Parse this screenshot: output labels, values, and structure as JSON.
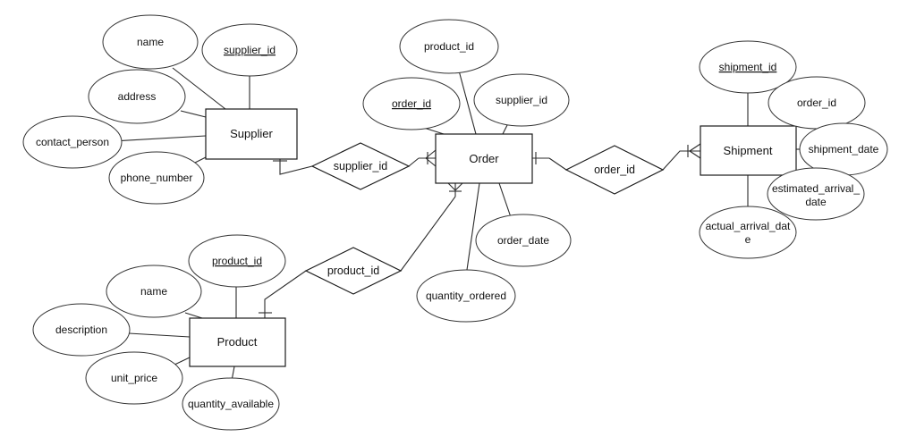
{
  "entities": {
    "supplier": "Supplier",
    "order": "Order",
    "shipment": "Shipment",
    "product": "Product"
  },
  "relationships": {
    "supplier_order": "supplier_id",
    "order_shipment": "order_id",
    "order_product": "product_id"
  },
  "supplier_attrs": {
    "name": "name",
    "supplier_id": "supplier_id",
    "address": "address",
    "contact_person": "contact_person",
    "phone_number": "phone_number"
  },
  "order_attrs": {
    "product_id": "product_id",
    "order_id": "order_id",
    "supplier_id": "supplier_id",
    "order_date": "order_date",
    "quantity_ordered": "quantity_ordered"
  },
  "shipment_attrs": {
    "shipment_id": "shipment_id",
    "order_id": "order_id",
    "shipment_date": "shipment_date",
    "estimated_arrival_1": "estimated_arrival_",
    "estimated_arrival_2": "date",
    "actual_arrival_1": "actual_arrival_dat",
    "actual_arrival_2": "e"
  },
  "product_attrs": {
    "product_id": "product_id",
    "name": "name",
    "description": "description",
    "unit_price": "unit_price",
    "quantity_available": "quantity_available"
  }
}
